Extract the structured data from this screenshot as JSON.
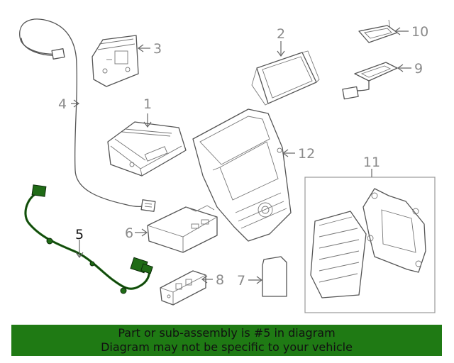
{
  "colors": {
    "banner_bg": "#1f7a14",
    "highlight_part": "#1f6b16",
    "callout_gray": "#8a8a8a",
    "line_gray": "#555555"
  },
  "callouts": {
    "c1": "1",
    "c2": "2",
    "c3": "3",
    "c4": "4",
    "c5": "5",
    "c6": "6",
    "c7": "7",
    "c8": "8",
    "c9": "9",
    "c10": "10",
    "c11": "11",
    "c12": "12"
  },
  "banner": {
    "line1": "Part or sub-assembly is #5 in diagram",
    "line2": "Diagram may not be specific to your vehicle"
  }
}
